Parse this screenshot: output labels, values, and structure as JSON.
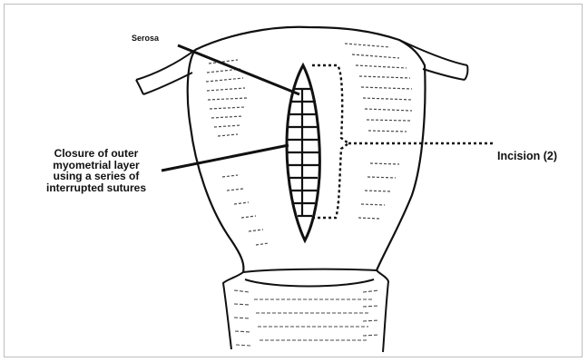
{
  "labels": {
    "serosa": "Serosa",
    "closure": "Closure of outer\nmyometrial layer\nusing a series of\ninterrupted sutures",
    "incision": "Incision (2)"
  },
  "colors": {
    "line": "#111111",
    "hatch": "#4a4a4a",
    "border": "#bdbdbd",
    "background": "#ffffff"
  }
}
